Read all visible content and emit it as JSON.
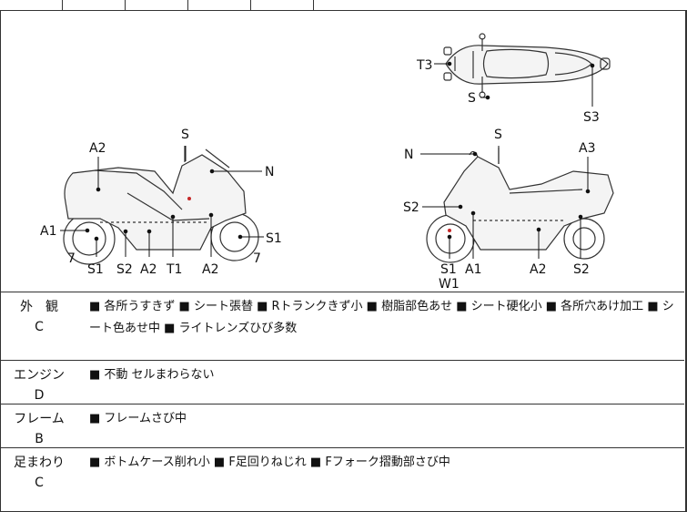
{
  "diagram": {
    "labels": {
      "t3": "T3",
      "s_top": "S",
      "s3": "S3",
      "left_a2": "A2",
      "left_s": "S",
      "left_n": "N",
      "left_a1": "A1",
      "left_7a": "7",
      "left_s1": "S1",
      "left_s2": "S2",
      "left_a2b": "A2",
      "left_t1": "T1",
      "left_a2c": "A2",
      "left_7b": "7",
      "left_s1b": "S1",
      "right_n": "N",
      "right_s": "S",
      "right_a3": "A3",
      "right_s2a": "S2",
      "right_s1": "S1",
      "right_w1": "W1",
      "right_a1": "A1",
      "right_a2": "A2",
      "right_s2b": "S2"
    }
  },
  "sections": [
    {
      "title": "外　観",
      "grade": "C",
      "text": "■ 各所うすきず ■ シート張替 ■ Rトランクきず小 ■ 樹脂部色あせ ■ シート硬化小 ■ 各所穴あけ加工 ■ シート色あせ中 ■ ライトレンズひび多数"
    },
    {
      "title": "エンジン",
      "grade": "D",
      "text": "■ 不動 セルまわらない"
    },
    {
      "title": "フレーム",
      "grade": "B",
      "text": "■ フレームさび中"
    },
    {
      "title": "足まわり",
      "grade": "C",
      "text": "■ ボトムケース削れ小 ■ F足回りねじれ ■ Fフォーク摺動部さび中"
    }
  ]
}
